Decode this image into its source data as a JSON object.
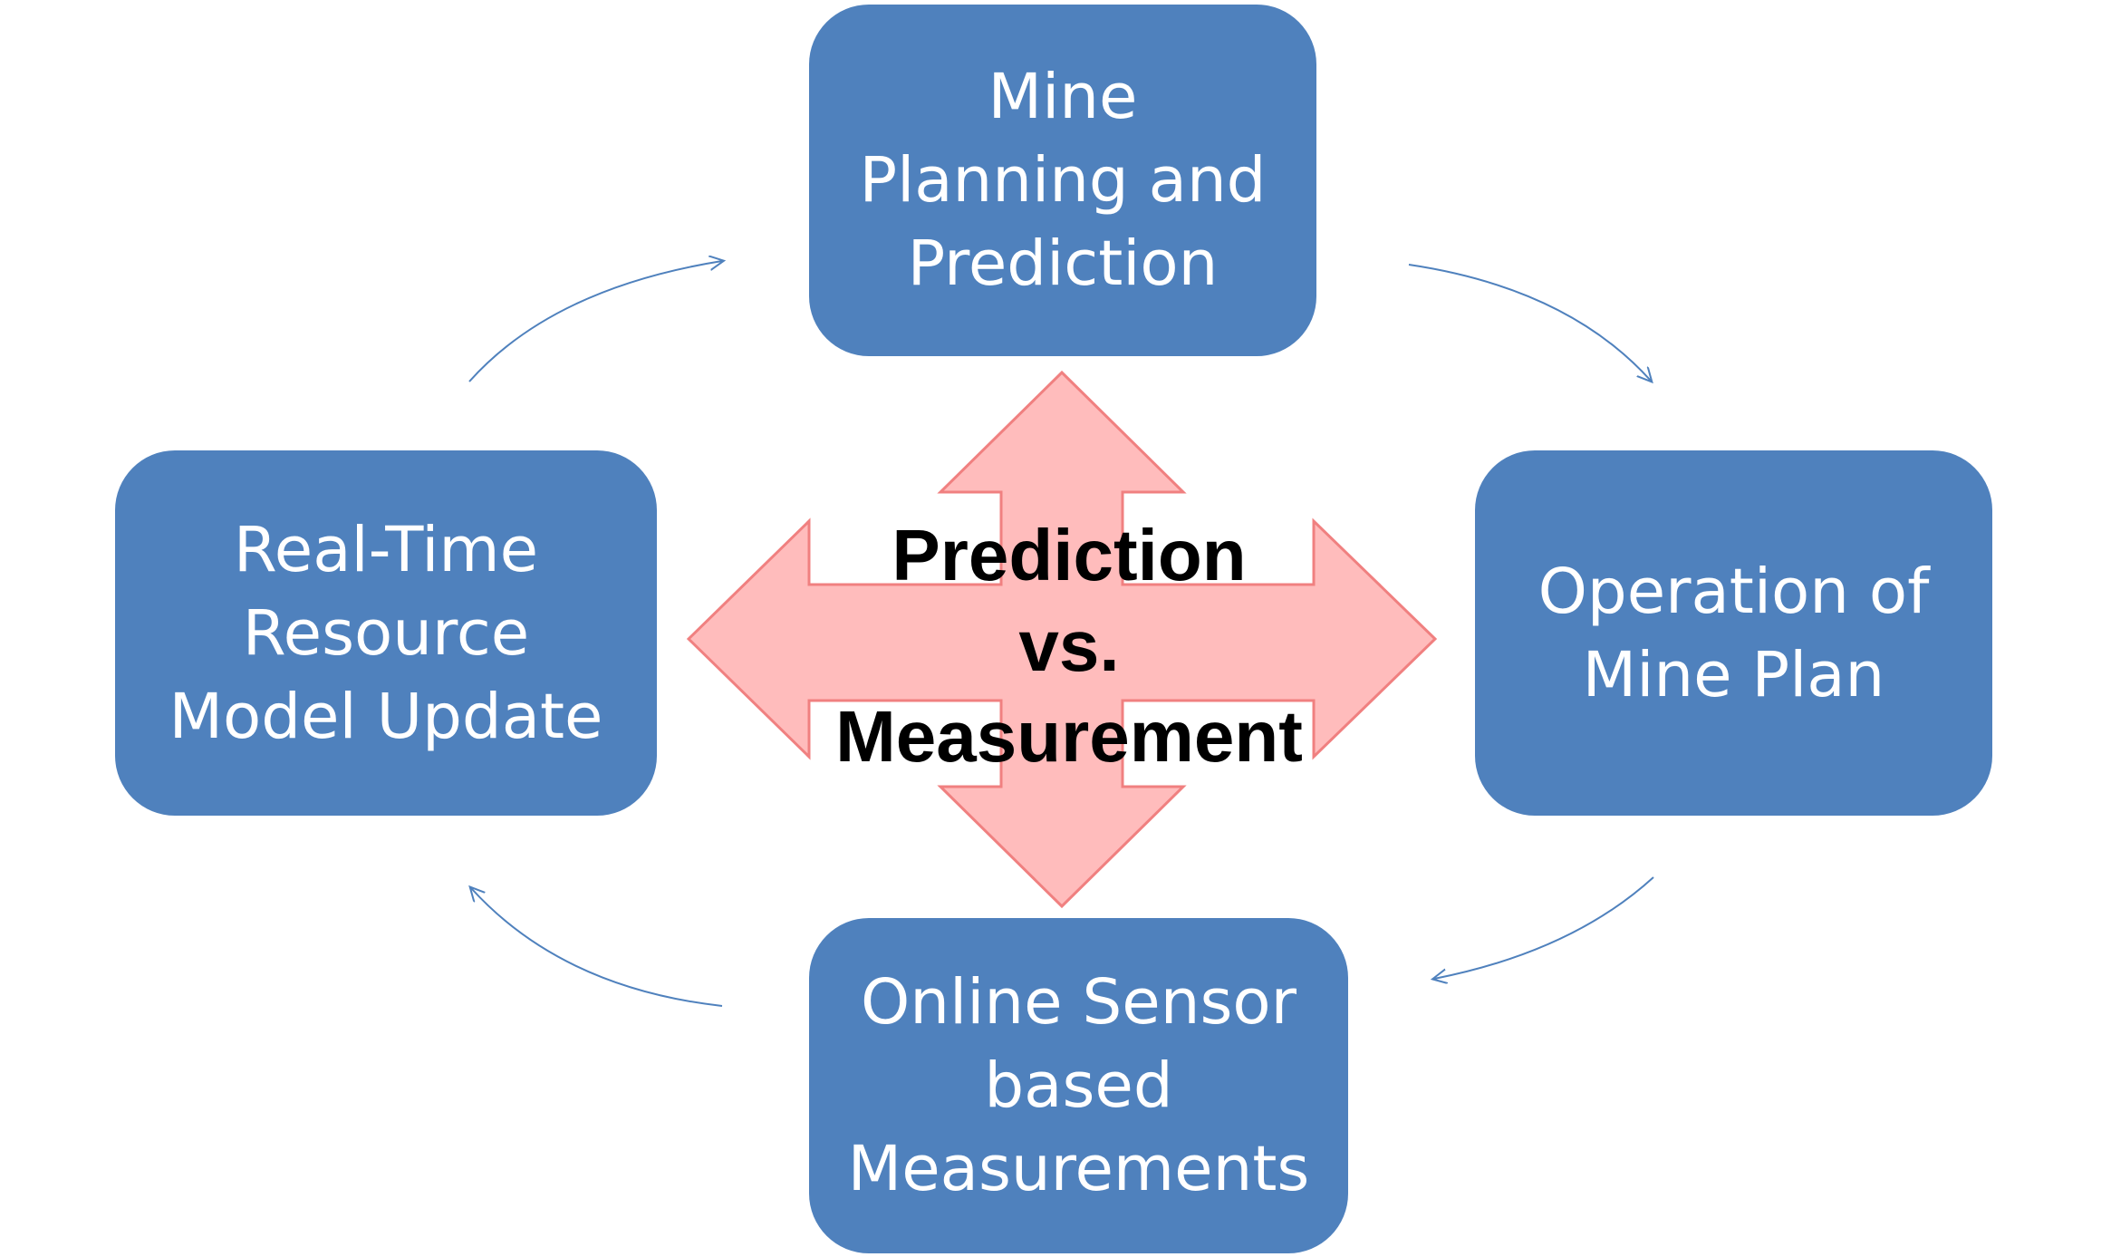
{
  "diagram": {
    "nodes": {
      "top": "Mine\nPlanning and\nPrediction",
      "right": "Operation of\nMine Plan",
      "bottom": "Online Sensor\nbased\nMeasurements",
      "left": "Real-Time\nResource\nModel Update"
    },
    "center": "Prediction\nvs.\nMeasurement",
    "colors": {
      "node_fill": "#4f81bd",
      "node_text": "#ffffff",
      "cross_arrow_fill": "#ffbcbc",
      "cross_arrow_stroke": "#f08080",
      "cycle_arrow": "#4f81bd",
      "center_text": "#000000"
    }
  }
}
